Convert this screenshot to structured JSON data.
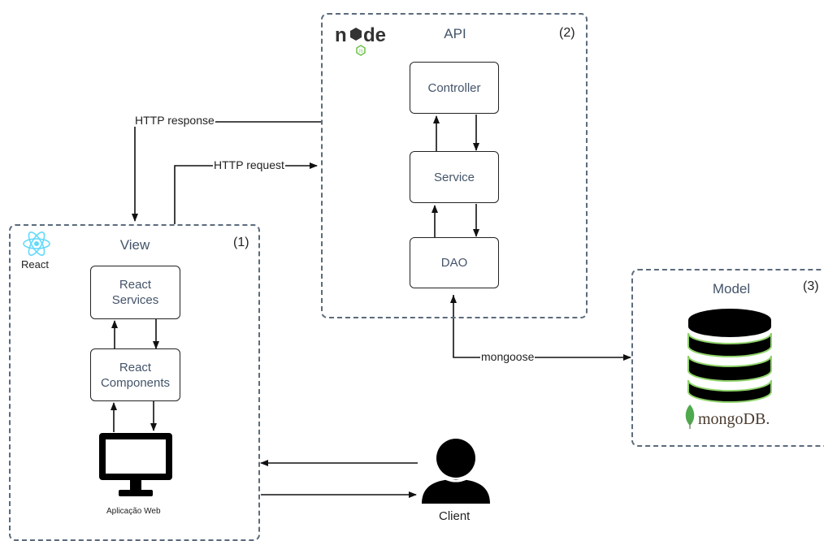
{
  "groups": {
    "view": {
      "title": "View",
      "number": "(1)",
      "logo_caption": "React"
    },
    "api": {
      "title": "API",
      "number": "(2)",
      "logo_caption": "node"
    },
    "model": {
      "title": "Model",
      "number": "(3)",
      "logo_caption": "mongoDB."
    }
  },
  "nodes": {
    "react_services": "React\nServices",
    "react_components": "React\nComponents",
    "controller": "Controller",
    "service": "Service",
    "dao": "DAO"
  },
  "labels": {
    "http_response": "HTTP response",
    "http_request": "HTTP request",
    "mongoose": "mongoose",
    "web_app": "Aplicação Web",
    "client": "Client"
  },
  "icons": {
    "react_logo": "react-logo-icon",
    "node_logo": "nodejs-logo-icon",
    "mongo_logo": "mongodb-leaf-icon",
    "database": "database-icon",
    "monitor": "monitor-icon",
    "user": "user-icon"
  },
  "colors": {
    "border": "#5b6b7c",
    "node_text": "#44546a",
    "react": "#61dafb",
    "mongo_leaf": "#4fa94d",
    "db_ring": "#8fd36a"
  }
}
